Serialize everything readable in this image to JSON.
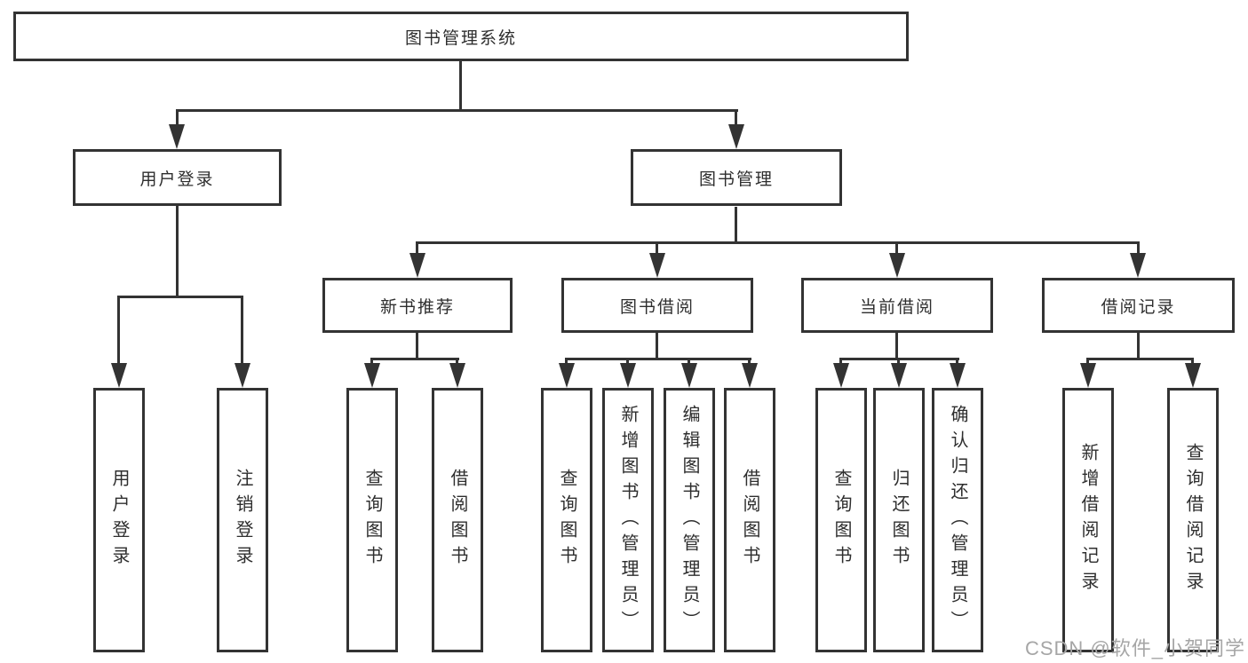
{
  "diagram": {
    "root": "图书管理系统",
    "user_login": {
      "label": "用户登录",
      "children": [
        "用户登录",
        "注销登录"
      ]
    },
    "book_management": {
      "label": "图书管理",
      "sections": [
        {
          "label": "新书推荐",
          "children": [
            "查询图书",
            "借阅图书"
          ]
        },
        {
          "label": "图书借阅",
          "children": [
            "查询图书",
            "新增图书（管理员）",
            "编辑图书（管理员）",
            "借阅图书"
          ]
        },
        {
          "label": "当前借阅",
          "children": [
            "查询图书",
            "归还图书",
            "确认归还（管理员）"
          ]
        },
        {
          "label": "借阅记录",
          "children": [
            "新增借阅记录",
            "查询借阅记录"
          ]
        }
      ]
    }
  },
  "watermark": "CSDN @软件_小贺同学",
  "colors": {
    "line": "#333333",
    "text": "#2e2e2e",
    "watermark": "#a6a6a6",
    "background": "#ffffff"
  }
}
